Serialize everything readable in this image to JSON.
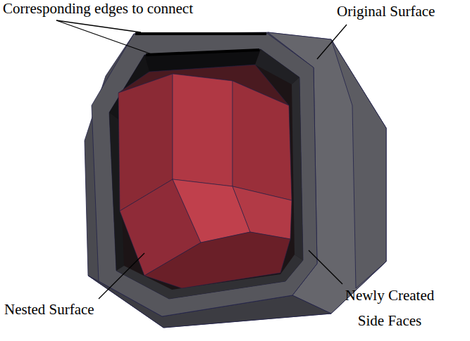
{
  "diagram": {
    "labels": [
      "Corresponding edges to connect",
      "Original Surface",
      "Nested Surface",
      "Newly Created Side Faces"
    ]
  }
}
